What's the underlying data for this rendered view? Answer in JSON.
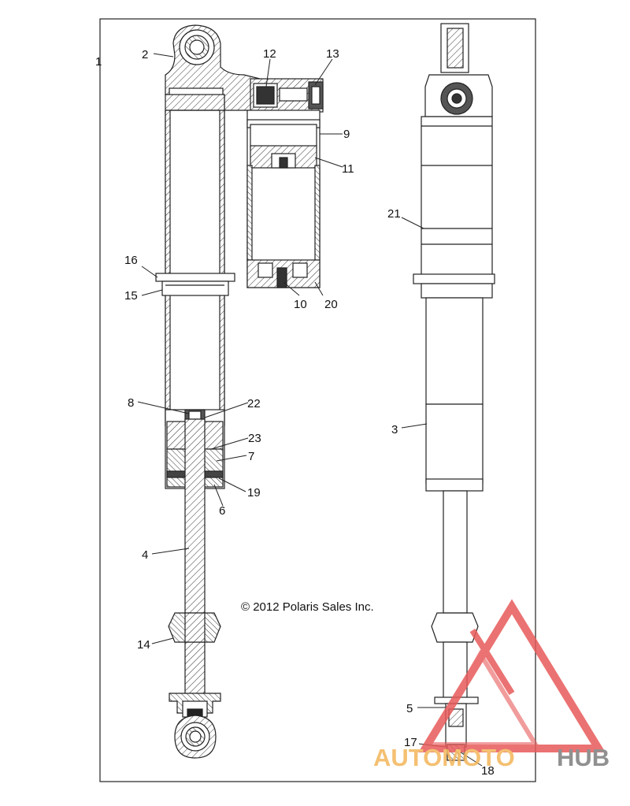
{
  "diagram": {
    "callouts": {
      "c1": "1",
      "c2": "2",
      "c3": "3",
      "c4": "4",
      "c5": "5",
      "c6": "6",
      "c7": "7",
      "c8": "8",
      "c9": "9",
      "c10": "10",
      "c11": "11",
      "c12": "12",
      "c13": "13",
      "c14": "14",
      "c15": "15",
      "c16": "16",
      "c17": "17",
      "c18": "18",
      "c19": "19",
      "c20": "20",
      "c21": "21",
      "c22": "22",
      "c23": "23"
    },
    "copyright": "© 2012 Polaris Sales Inc."
  },
  "watermark": {
    "part1": "AUTOMOTO",
    "part2": "HUB",
    "color_primary": "#f3b65a",
    "color_secondary": "#7d7d7d",
    "color_mark": "#e85a5a"
  }
}
